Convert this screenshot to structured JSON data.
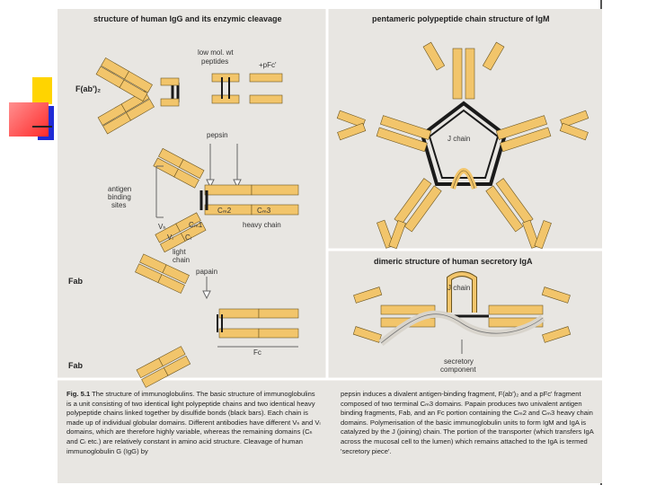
{
  "deco_colors": {
    "yellow": "#ffd400",
    "red": "#ff3030",
    "blue": "#1f2bd6"
  },
  "figure": {
    "title_left": "structure of human IgG and its enzymic cleavage",
    "title_right": "pentameric polypeptide chain structure of IgM",
    "title_iga": "dimeric structure of human secretory IgA",
    "labels": {
      "fab2": "F(ab')₂",
      "low_mol_wt": "low mol. wt",
      "peptides": "peptides",
      "pfc": "+pFc'",
      "pepsin": "pepsin",
      "antigen": "antigen",
      "binding": "binding",
      "sites": "sites",
      "ch2": "Cₘ2",
      "ch3": "Cₘ3",
      "heavy_chain": "heavy chain",
      "light": "light",
      "chain": "chain",
      "papain": "papain",
      "fab_top": "Fab",
      "fab_bottom": "Fab",
      "fc": "Fc",
      "j_chain_igm": "J chain",
      "j_chain_iga": "J chain",
      "secretory": "secretory",
      "component": "component",
      "vh": "Vₕ",
      "vl": "Vₗ",
      "ch1": "Cₘ1",
      "cl": "Cₗ"
    },
    "caption_left": {
      "figno": "Fig. 5.1",
      "text": " The structure of immunoglobulins. The basic structure of immunoglobulins is a unit consisting of two identical light polypeptide chains and two identical heavy polypeptide chains linked together by disulfide bonds (black bars). Each chain is made up of individual globular domains. Different antibodies have different Vₕ and Vₗ domains, which are therefore highly variable, whereas the remaining domains (Cₕ and Cₗ etc.) are relatively constant in amino acid structure. Cleavage of human immunoglobulin G (IgG) by"
    },
    "caption_right": "pepsin induces a divalent antigen-binding fragment, F(ab')₂ and a pFc' fragment composed of two terminal Cₘ3 domains. Papain produces two univalent antigen binding fragments, Fab, and an Fc portion containing the Cₘ2 and Cₘ3 heavy chain domains. Polymerisation of the basic immunoglobulin units to form IgM and IgA is catalyzed by the J (joining) chain. The portion of the transporter (which transfers IgA across the mucosal cell to the lumen) which remains attached to the IgA is termed 'secretory piece'."
  }
}
